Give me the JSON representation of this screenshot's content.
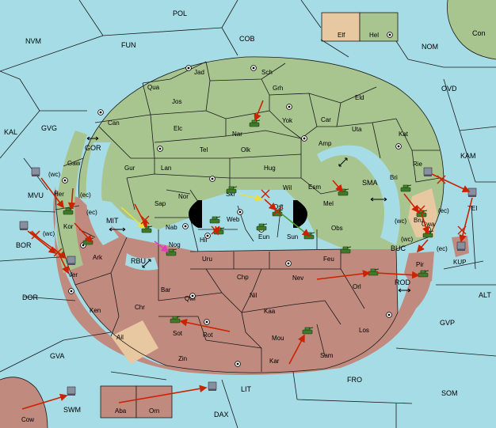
{
  "colors": {
    "sea": "#a6dce6",
    "green_faction": "#a8c48f",
    "red_faction": "#c08a7f",
    "neutral": "#e8c8a0",
    "order_arrow": "#cc2200",
    "support_arrow": "#f0f040",
    "convoy_arrow": "#e040c0"
  },
  "labels": {
    "POL": "POL",
    "FUN": "FUN",
    "COB": "COB",
    "NVM": "NVM",
    "NOM": "NOM",
    "Con": "Con",
    "Elf": "Elf",
    "Hel": "Hel",
    "OVD": "OVD",
    "KAL": "KAL",
    "GVG": "GVG",
    "GOR": "GOR",
    "KAM": "KAM",
    "SMA": "SMA",
    "MVU": "MVU",
    "BOR": "BOR",
    "MIT": "MIT",
    "RBU": "RBU",
    "BUC": "BUC",
    "ROD": "ROD",
    "DOR": "DOR",
    "ALT": "ALT",
    "GVP": "GVP",
    "GVA": "GVA",
    "FRO": "FRO",
    "SOM": "SOM",
    "LIT": "LIT",
    "SWM": "SWM",
    "DAX": "DAX",
    "Cow": "Cow",
    "Aba": "Aba",
    "Orn": "Orn",
    "Jad": "Jad",
    "Sch": "Sch",
    "Qua": "Qua",
    "Grh": "Grh",
    "Jos": "Jos",
    "Eld": "Eld",
    "Can": "Can",
    "Yok": "Yok",
    "Car": "Car",
    "Nar": "Nar",
    "Elc": "Elc",
    "Uta": "Uta",
    "Kat": "Kat",
    "Amp": "Amp",
    "Tel": "Tel",
    "Olk": "Olk",
    "Gaw": "Gaw",
    "Gur": "Gur",
    "Lan": "Lan",
    "Hug": "Hug",
    "Rie": "Rie",
    "Bri": "Bri",
    "Esm": "Esm",
    "Her": "Her",
    "Nor": "Nor",
    "Skr": "Skr",
    "Wil": "Wil",
    "Sap": "Sap",
    "Ost": "Ost",
    "Mel": "Mel",
    "Bru": "Bru",
    "TEI": "TEI",
    "Kor": "Kor",
    "Web": "Web",
    "Nab": "Nab",
    "Eun": "Eun",
    "Sun": "Sun",
    "Obs": "Obs",
    "Gwa": "Gwa",
    "Hil": "Hil",
    "Nog": "Nog",
    "Ark": "Ark",
    "Uru": "Uru",
    "Feu": "Feu",
    "Pir": "Pir",
    "KUP": "KUP",
    "Ver": "Ver",
    "Chp": "Chp",
    "Nev": "Nev",
    "Orl": "Orl",
    "Bar": "Bar",
    "Qwi": "Qwi",
    "Nil": "Nil",
    "Ken": "Ken",
    "Chr": "Chr",
    "Kaa": "Kaa",
    "Ail": "Ail",
    "Sot": "Sot",
    "Rot": "Rot",
    "Mou": "Mou",
    "Los": "Los",
    "Zin": "Zin",
    "Kar": "Kar",
    "Sam": "Sam"
  },
  "coast_tags": {
    "wc_mvu": "(wc)",
    "ec_mvu": "(ec)",
    "ec_mit": "(ec)",
    "wc_bor": "(wc)",
    "wc_bru": "(wc)",
    "ec_bru": "(ec)",
    "ec_gwa": "(ec)"
  }
}
